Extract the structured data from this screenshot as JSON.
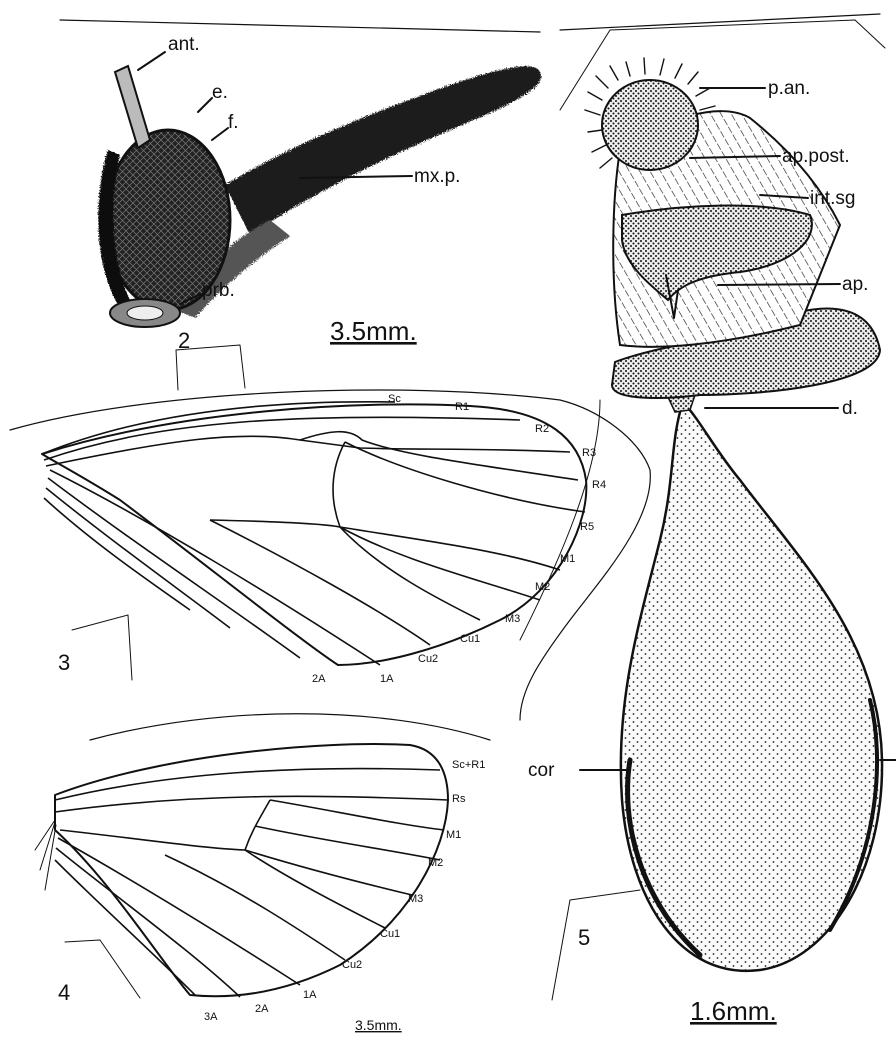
{
  "fig2": {
    "labels": {
      "ant": "ant.",
      "e": "e.",
      "f": "f.",
      "mxp": "mx.p.",
      "prb": "prb."
    },
    "number": "2",
    "scale": "3.5mm."
  },
  "fig3": {
    "number": "3",
    "veins": {
      "Sc": "Sc",
      "R1": "R1",
      "R2": "R2",
      "R3": "R3",
      "R4": "R4",
      "R5": "R5",
      "M1": "M1",
      "M2": "M2",
      "M3": "M3",
      "Cu1": "Cu1",
      "Cu2": "Cu2",
      "A1": "1A",
      "A2": "2A"
    }
  },
  "fig4": {
    "number": "4",
    "veins": {
      "ScR1": "Sc+R1",
      "Rs": "Rs",
      "M1": "M1",
      "M2": "M2",
      "M3": "M3",
      "Cu1": "Cu1",
      "Cu2": "Cu2",
      "A1": "1A",
      "A2": "2A",
      "A3": "3A"
    },
    "scale": "3.5mm."
  },
  "fig5": {
    "number": "5",
    "labels": {
      "pan": "p.an.",
      "appost": "ap.post.",
      "intsg": "int.sg",
      "ap": "ap.",
      "d": "d.",
      "cor": "cor"
    },
    "scale": "1.6mm."
  }
}
